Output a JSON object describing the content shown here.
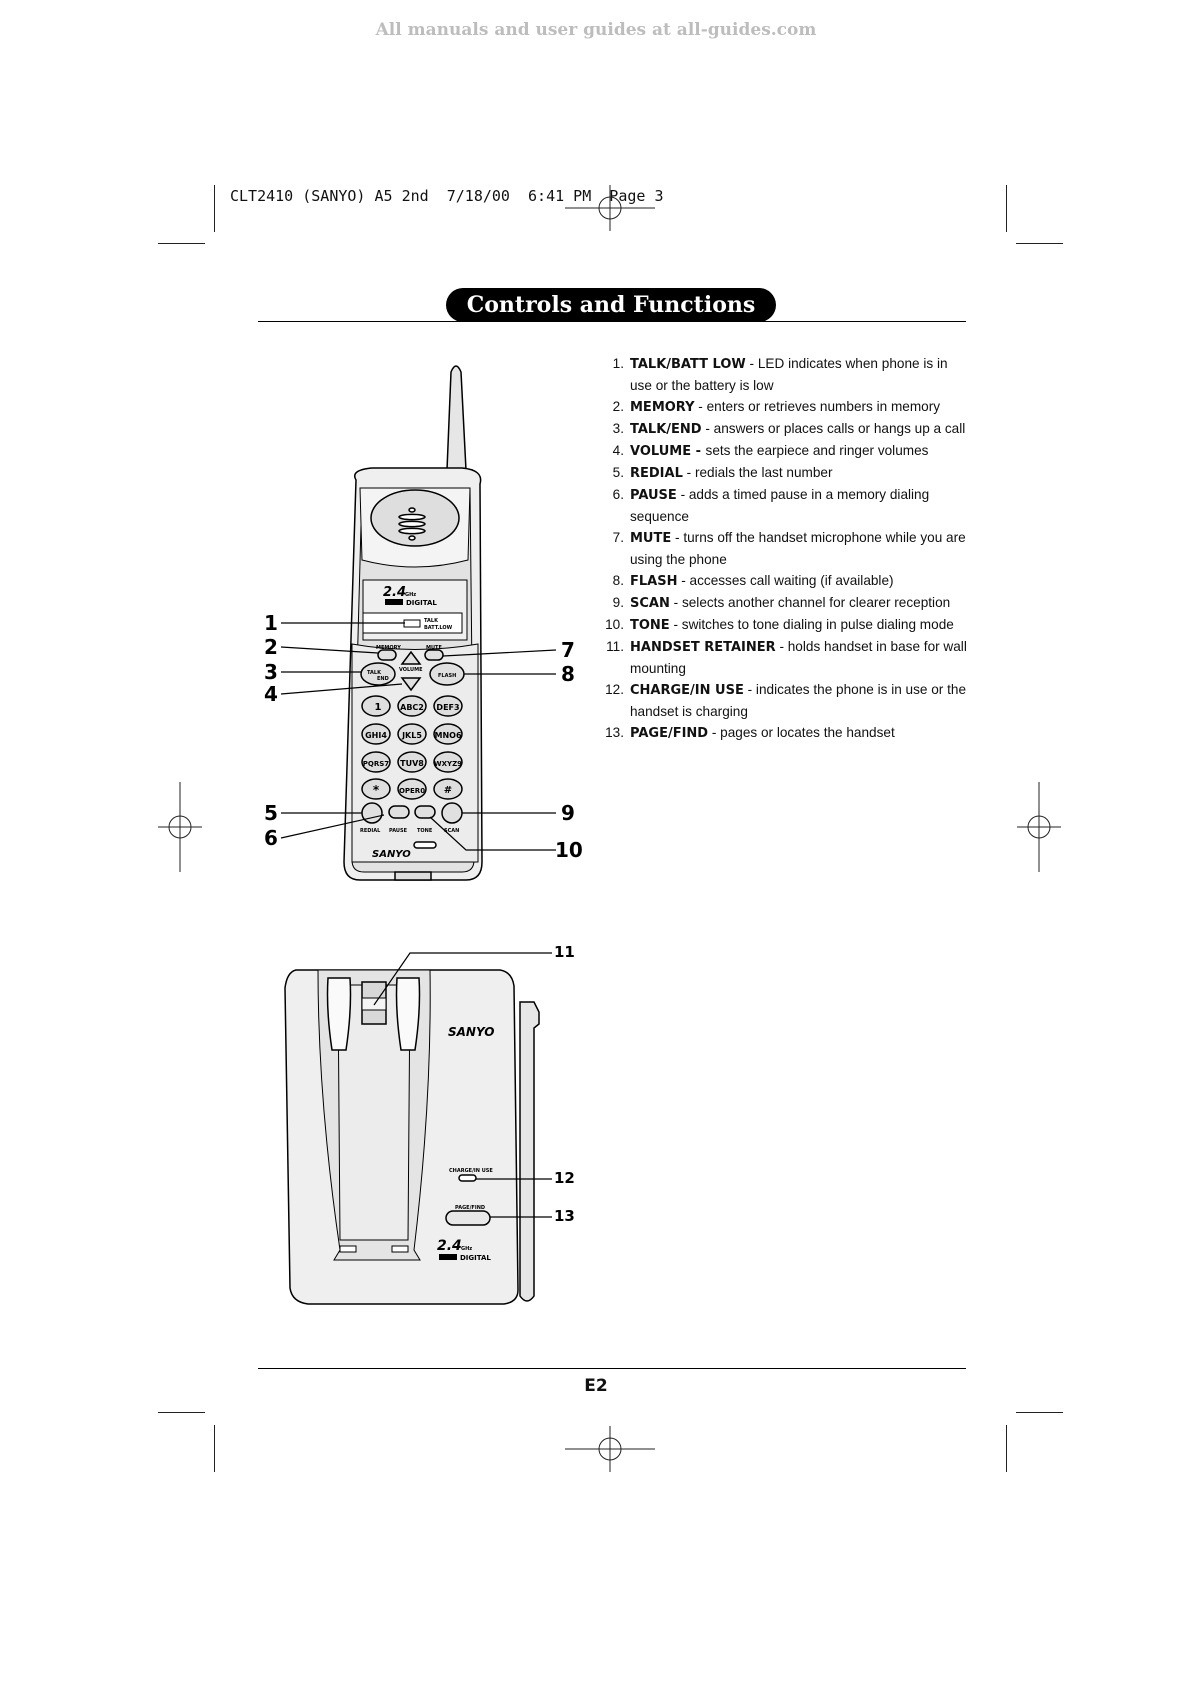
{
  "watermark": "All manuals and user guides at all-guides.com",
  "slug": "CLT2410 (SANYO) A5 2nd  7/18/00  6:41 PM  Page 3",
  "section_title": "Controls and Functions",
  "items": [
    {
      "num": "1.",
      "term": "TALK/BATT LOW",
      "desc": " - LED indicates when phone is in use or the battery is low"
    },
    {
      "num": "2.",
      "term": "MEMORY",
      "desc": " - enters or retrieves numbers in memory"
    },
    {
      "num": "3.",
      "term": "TALK/END",
      "desc": " - answers or places calls or hangs up a call"
    },
    {
      "num": "4.",
      "term": "VOLUME - ",
      "desc": " sets the earpiece and ringer volumes"
    },
    {
      "num": "5.",
      "term": "REDIAL",
      "desc": " - redials the last number"
    },
    {
      "num": "6.",
      "term": "PAUSE",
      "desc": " - adds a timed pause in a memory dialing sequence"
    },
    {
      "num": "7.",
      "term": "MUTE",
      "desc": " - turns off the handset microphone while you are using the phone"
    },
    {
      "num": "8.",
      "term": "FLASH",
      "desc": " - accesses call waiting (if available)"
    },
    {
      "num": "9.",
      "term": "SCAN",
      "desc": " - selects another channel for clearer reception"
    },
    {
      "num": "10.",
      "term": "TONE",
      "desc": " - switches to tone dialing in pulse dialing mode"
    },
    {
      "num": "11.",
      "term": "HANDSET RETAINER",
      "desc": " - holds handset in base for wall mounting"
    },
    {
      "num": "12.",
      "term": "CHARGE/IN USE",
      "desc": " - indicates the phone is in use or the handset is charging"
    },
    {
      "num": "13.",
      "term": "PAGE/FIND",
      "desc": " - pages or locates the handset"
    }
  ],
  "callouts": {
    "c1": "1",
    "c2": "2",
    "c3": "3",
    "c4": "4",
    "c5": "5",
    "c6": "6",
    "c7": "7",
    "c8": "8",
    "c9": "9",
    "c10": "10",
    "c11": "11",
    "c12": "12",
    "c13": "13"
  },
  "handset": {
    "brand": "SANYO",
    "band": "2.4",
    "band_unit": "GHz",
    "digital": "DIGITAL",
    "talk_batt_label_1": "TALK",
    "talk_batt_label_2": "BATT.LOW",
    "memory_label": "MEMORY",
    "mute_label": "MUTE",
    "volume_label": "VOLUME",
    "talk_end_label_1": "TALK",
    "talk_end_label_2": "END",
    "flash_label": "FLASH",
    "keys": [
      "1",
      "ABC2",
      "DEF3",
      "GHI4",
      "JKL5",
      "MNO6",
      "PQRS7",
      "TUV8",
      "WXYZ9",
      "*",
      "OPER0",
      "#"
    ],
    "redial_label": "REDIAL",
    "pause_label": "PAUSE",
    "tone_label": "TONE",
    "scan_label": "SCAN"
  },
  "base": {
    "brand": "SANYO",
    "band": "2.4",
    "band_unit": "GHz",
    "digital": "DIGITAL",
    "charge_label": "CHARGE/IN USE",
    "page_label": "PAGE/FIND"
  },
  "page_number": "E2"
}
